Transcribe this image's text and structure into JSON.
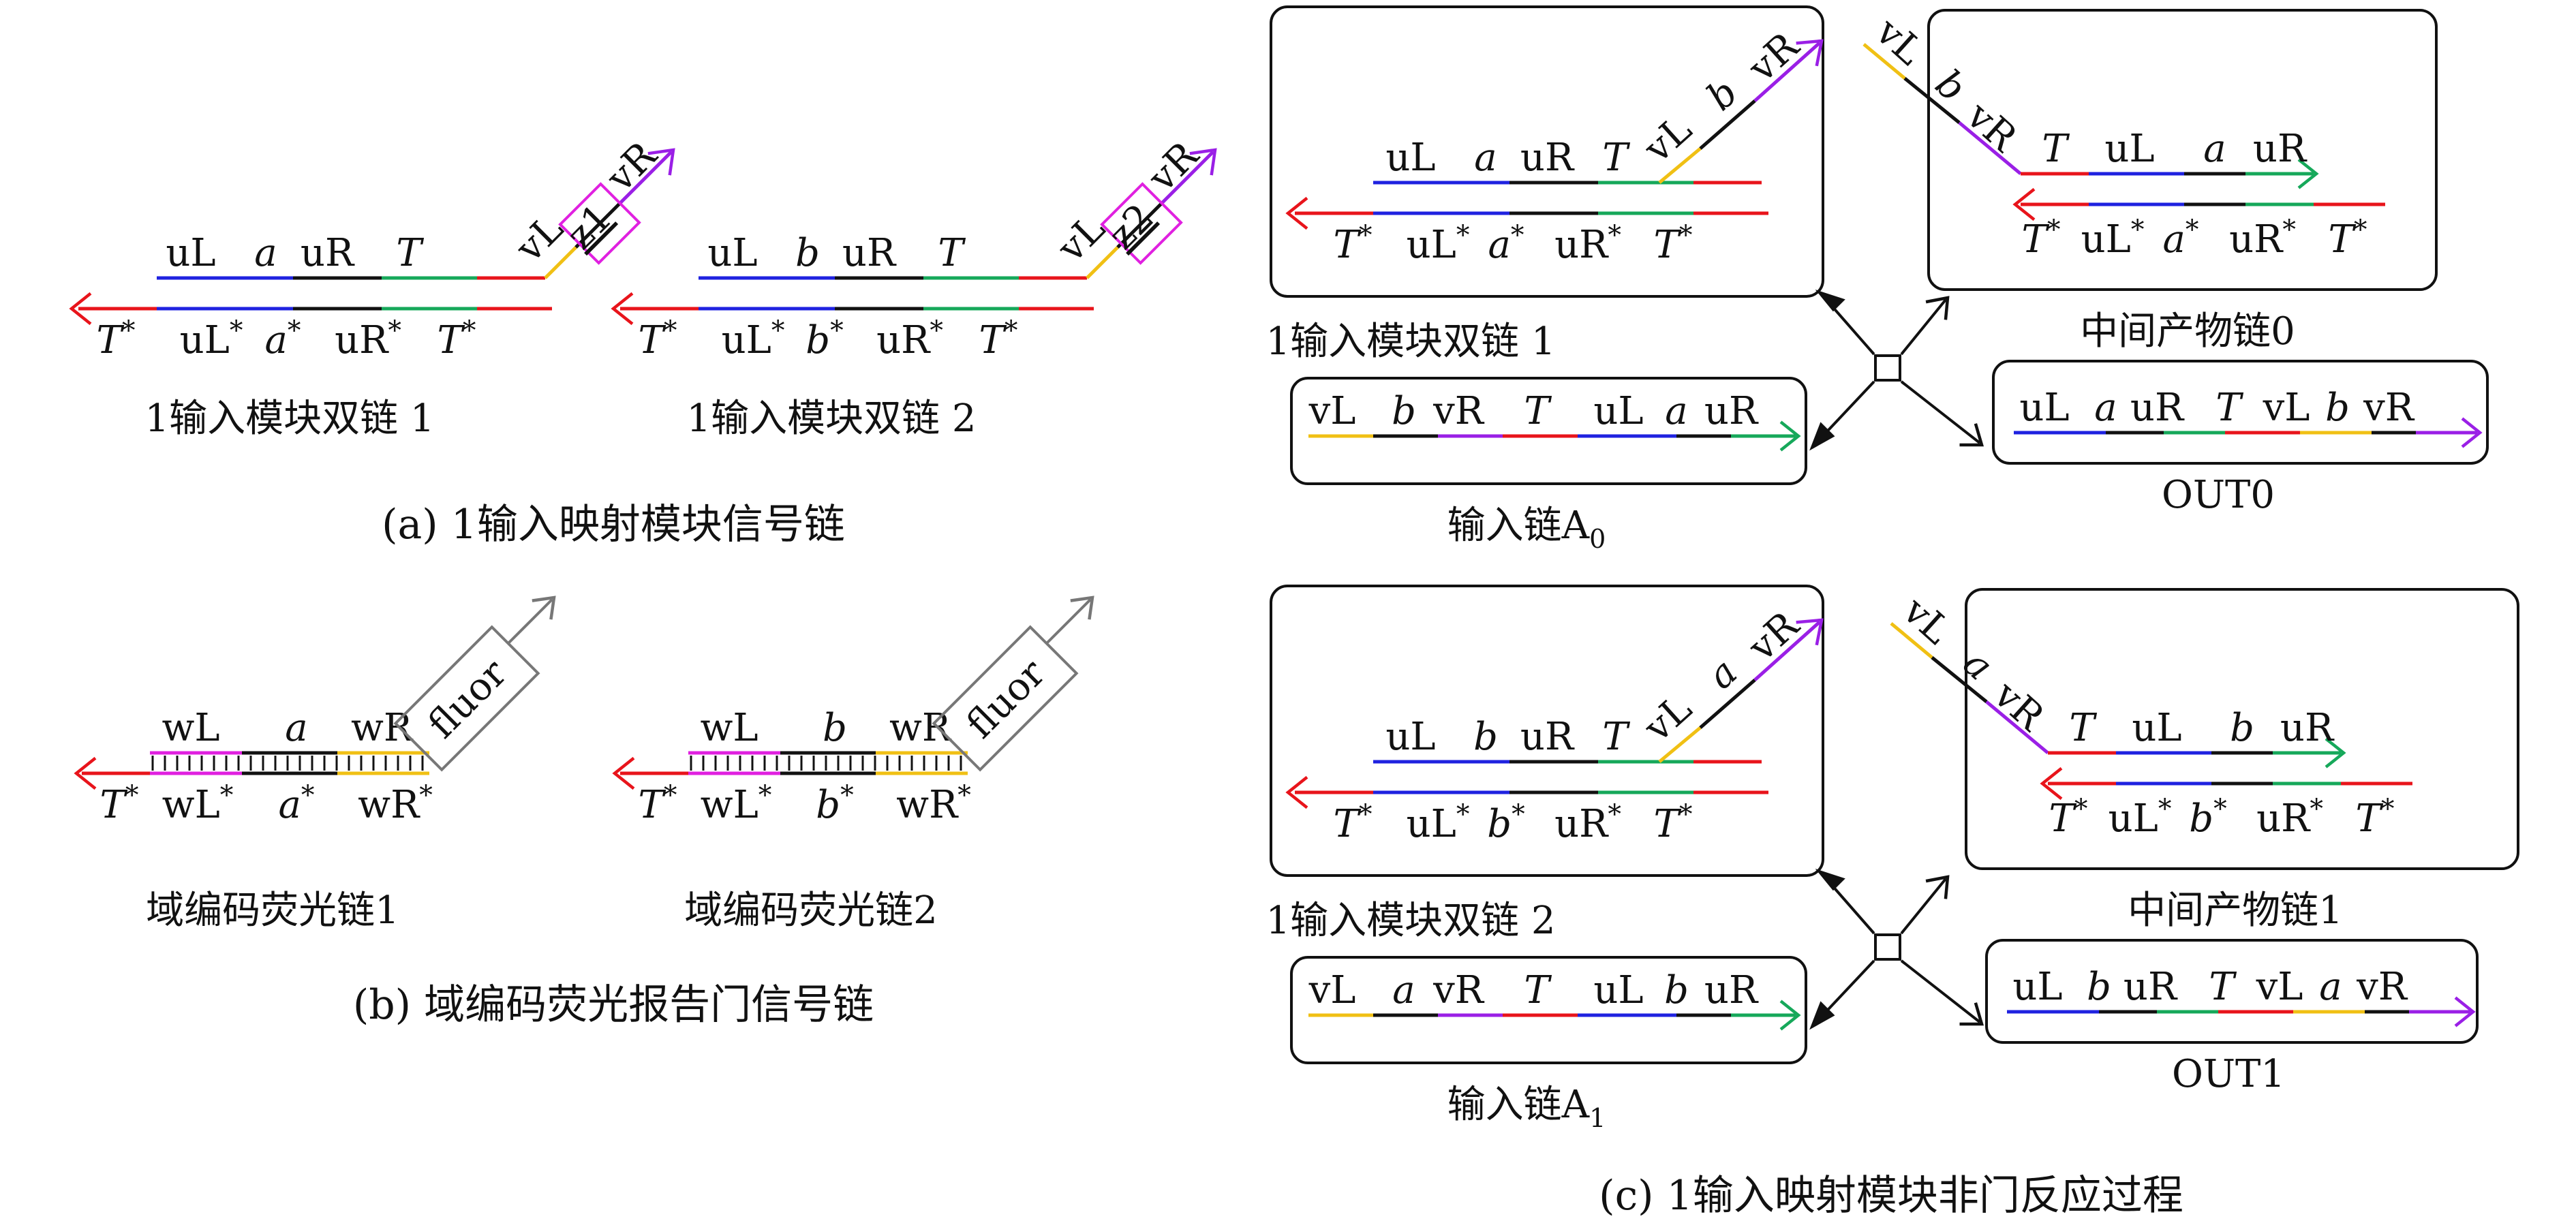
{
  "colors": {
    "red": "#e8141b",
    "blue": "#1f22e0",
    "green": "#16a85a",
    "black": "#111111",
    "yellow": "#f0c014",
    "purple": "#9a1fe6",
    "magenta": "#e020e0",
    "gray": "#777777"
  },
  "panel_a": {
    "caption": "(a) 1输入映射模块信号链",
    "duplex1": {
      "top": [
        "uL",
        "a",
        "uR",
        "T",
        "vL",
        "z1",
        "vR"
      ],
      "bottom": [
        "T*",
        "uL*",
        "a*",
        "uR*",
        "T*"
      ],
      "label": "1输入模块双链  1"
    },
    "duplex2": {
      "top": [
        "uL",
        "b",
        "uR",
        "T",
        "vL",
        "z2",
        "vR"
      ],
      "bottom": [
        "T*",
        "uL*",
        "b*",
        "uR*",
        "T*"
      ],
      "label": "1输入模块双链  2"
    }
  },
  "panel_b": {
    "caption": "(b) 域编码荧光报告门信号链",
    "reporter1": {
      "top": [
        "wL",
        "a",
        "wR"
      ],
      "bottom": [
        "T*",
        "wL*",
        "a*",
        "wR*"
      ],
      "tag": "fluor",
      "label": "域编码荧光链1"
    },
    "reporter2": {
      "top": [
        "wL",
        "b",
        "wR"
      ],
      "bottom": [
        "T*",
        "wL*",
        "b*",
        "wR*"
      ],
      "tag": "fluor",
      "label": "域编码荧光链2"
    }
  },
  "panel_c": {
    "caption": "(c) 1输入映射模块非门反应过程",
    "row0": {
      "duplex": {
        "top": [
          "uL",
          "a",
          "uR",
          "T",
          "vL",
          "b",
          "vR"
        ],
        "bottom": [
          "T*",
          "uL*",
          "a*",
          "uR*",
          "T*"
        ],
        "label": "1输入模块双链  1"
      },
      "intermediate": {
        "diag": [
          "vL",
          "b",
          "vR"
        ],
        "top": [
          "T",
          "uL",
          "a",
          "uR"
        ],
        "bottom": [
          "T*",
          "uL*",
          "a*",
          "uR*",
          "T*"
        ],
        "label": "中间产物链0"
      },
      "input": {
        "top": [
          "vL",
          "b",
          "vR",
          "T",
          "uL",
          "a",
          "uR"
        ],
        "label": "输入链A",
        "sub": "0"
      },
      "output": {
        "top": [
          "uL",
          "a",
          "uR",
          "T",
          "vL",
          "b",
          "vR"
        ],
        "label": "OUT0"
      }
    },
    "row1": {
      "duplex": {
        "top": [
          "uL",
          "b",
          "uR",
          "T",
          "vL",
          "a",
          "vR"
        ],
        "bottom": [
          "T*",
          "uL*",
          "b*",
          "uR*",
          "T*"
        ],
        "label": "1输入模块双链  2"
      },
      "intermediate": {
        "diag": [
          "vL",
          "a",
          "vR"
        ],
        "top": [
          "T",
          "uL",
          "b",
          "uR"
        ],
        "bottom": [
          "T*",
          "uL*",
          "b*",
          "uR*",
          "T*"
        ],
        "label": "中间产物链1"
      },
      "input": {
        "top": [
          "vL",
          "a",
          "vR",
          "T",
          "uL",
          "b",
          "uR"
        ],
        "label": "输入链A",
        "sub": "1"
      },
      "output": {
        "top": [
          "uL",
          "b",
          "uR",
          "T",
          "vL",
          "a",
          "vR"
        ],
        "label": "OUT1"
      }
    }
  }
}
